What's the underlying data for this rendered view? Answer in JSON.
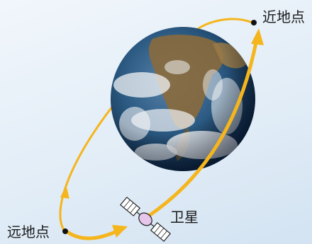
{
  "labels": {
    "perigee": "近地点",
    "apogee": "远地点",
    "satellite": "卫星"
  },
  "colors": {
    "orbit": "#f5b51c",
    "background": "#e4eef8",
    "point": "#111111",
    "ocean": "#1f4f7a",
    "land": "#8a6a3c",
    "cloud": "#f2f4f6"
  },
  "icons": {
    "earth": "earth-icon",
    "satellite": "satellite-icon"
  }
}
